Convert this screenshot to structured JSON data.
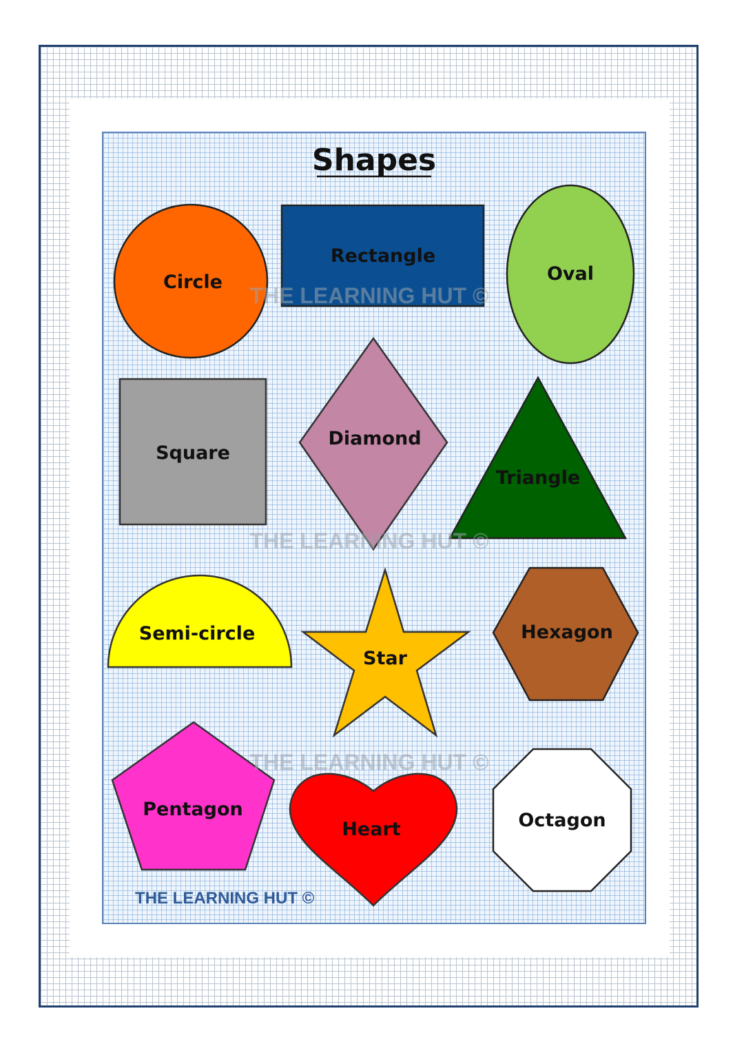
{
  "title": "Shapes",
  "shapes": [
    {
      "label": "Circle",
      "fill": "#ff6600"
    },
    {
      "label": "Rectangle",
      "fill": "#0b4f92"
    },
    {
      "label": "Oval",
      "fill": "#92d050"
    },
    {
      "label": "Square",
      "fill": "#a0a0a0"
    },
    {
      "label": "Diamond",
      "fill": "#c386a5"
    },
    {
      "label": "Triangle",
      "fill": "#006100"
    },
    {
      "label": "Semi-circle",
      "fill": "#ffff00"
    },
    {
      "label": "Star",
      "fill": "#ffc000"
    },
    {
      "label": "Hexagon",
      "fill": "#b05f28"
    },
    {
      "label": "Pentagon",
      "fill": "#ff33cc"
    },
    {
      "label": "Heart",
      "fill": "#ff0000"
    },
    {
      "label": "Octagon",
      "fill": "#ffffff"
    }
  ],
  "watermark_text": "THE LEARNING  HUT ©",
  "brand_text": "THE LEARNING HUT ©"
}
